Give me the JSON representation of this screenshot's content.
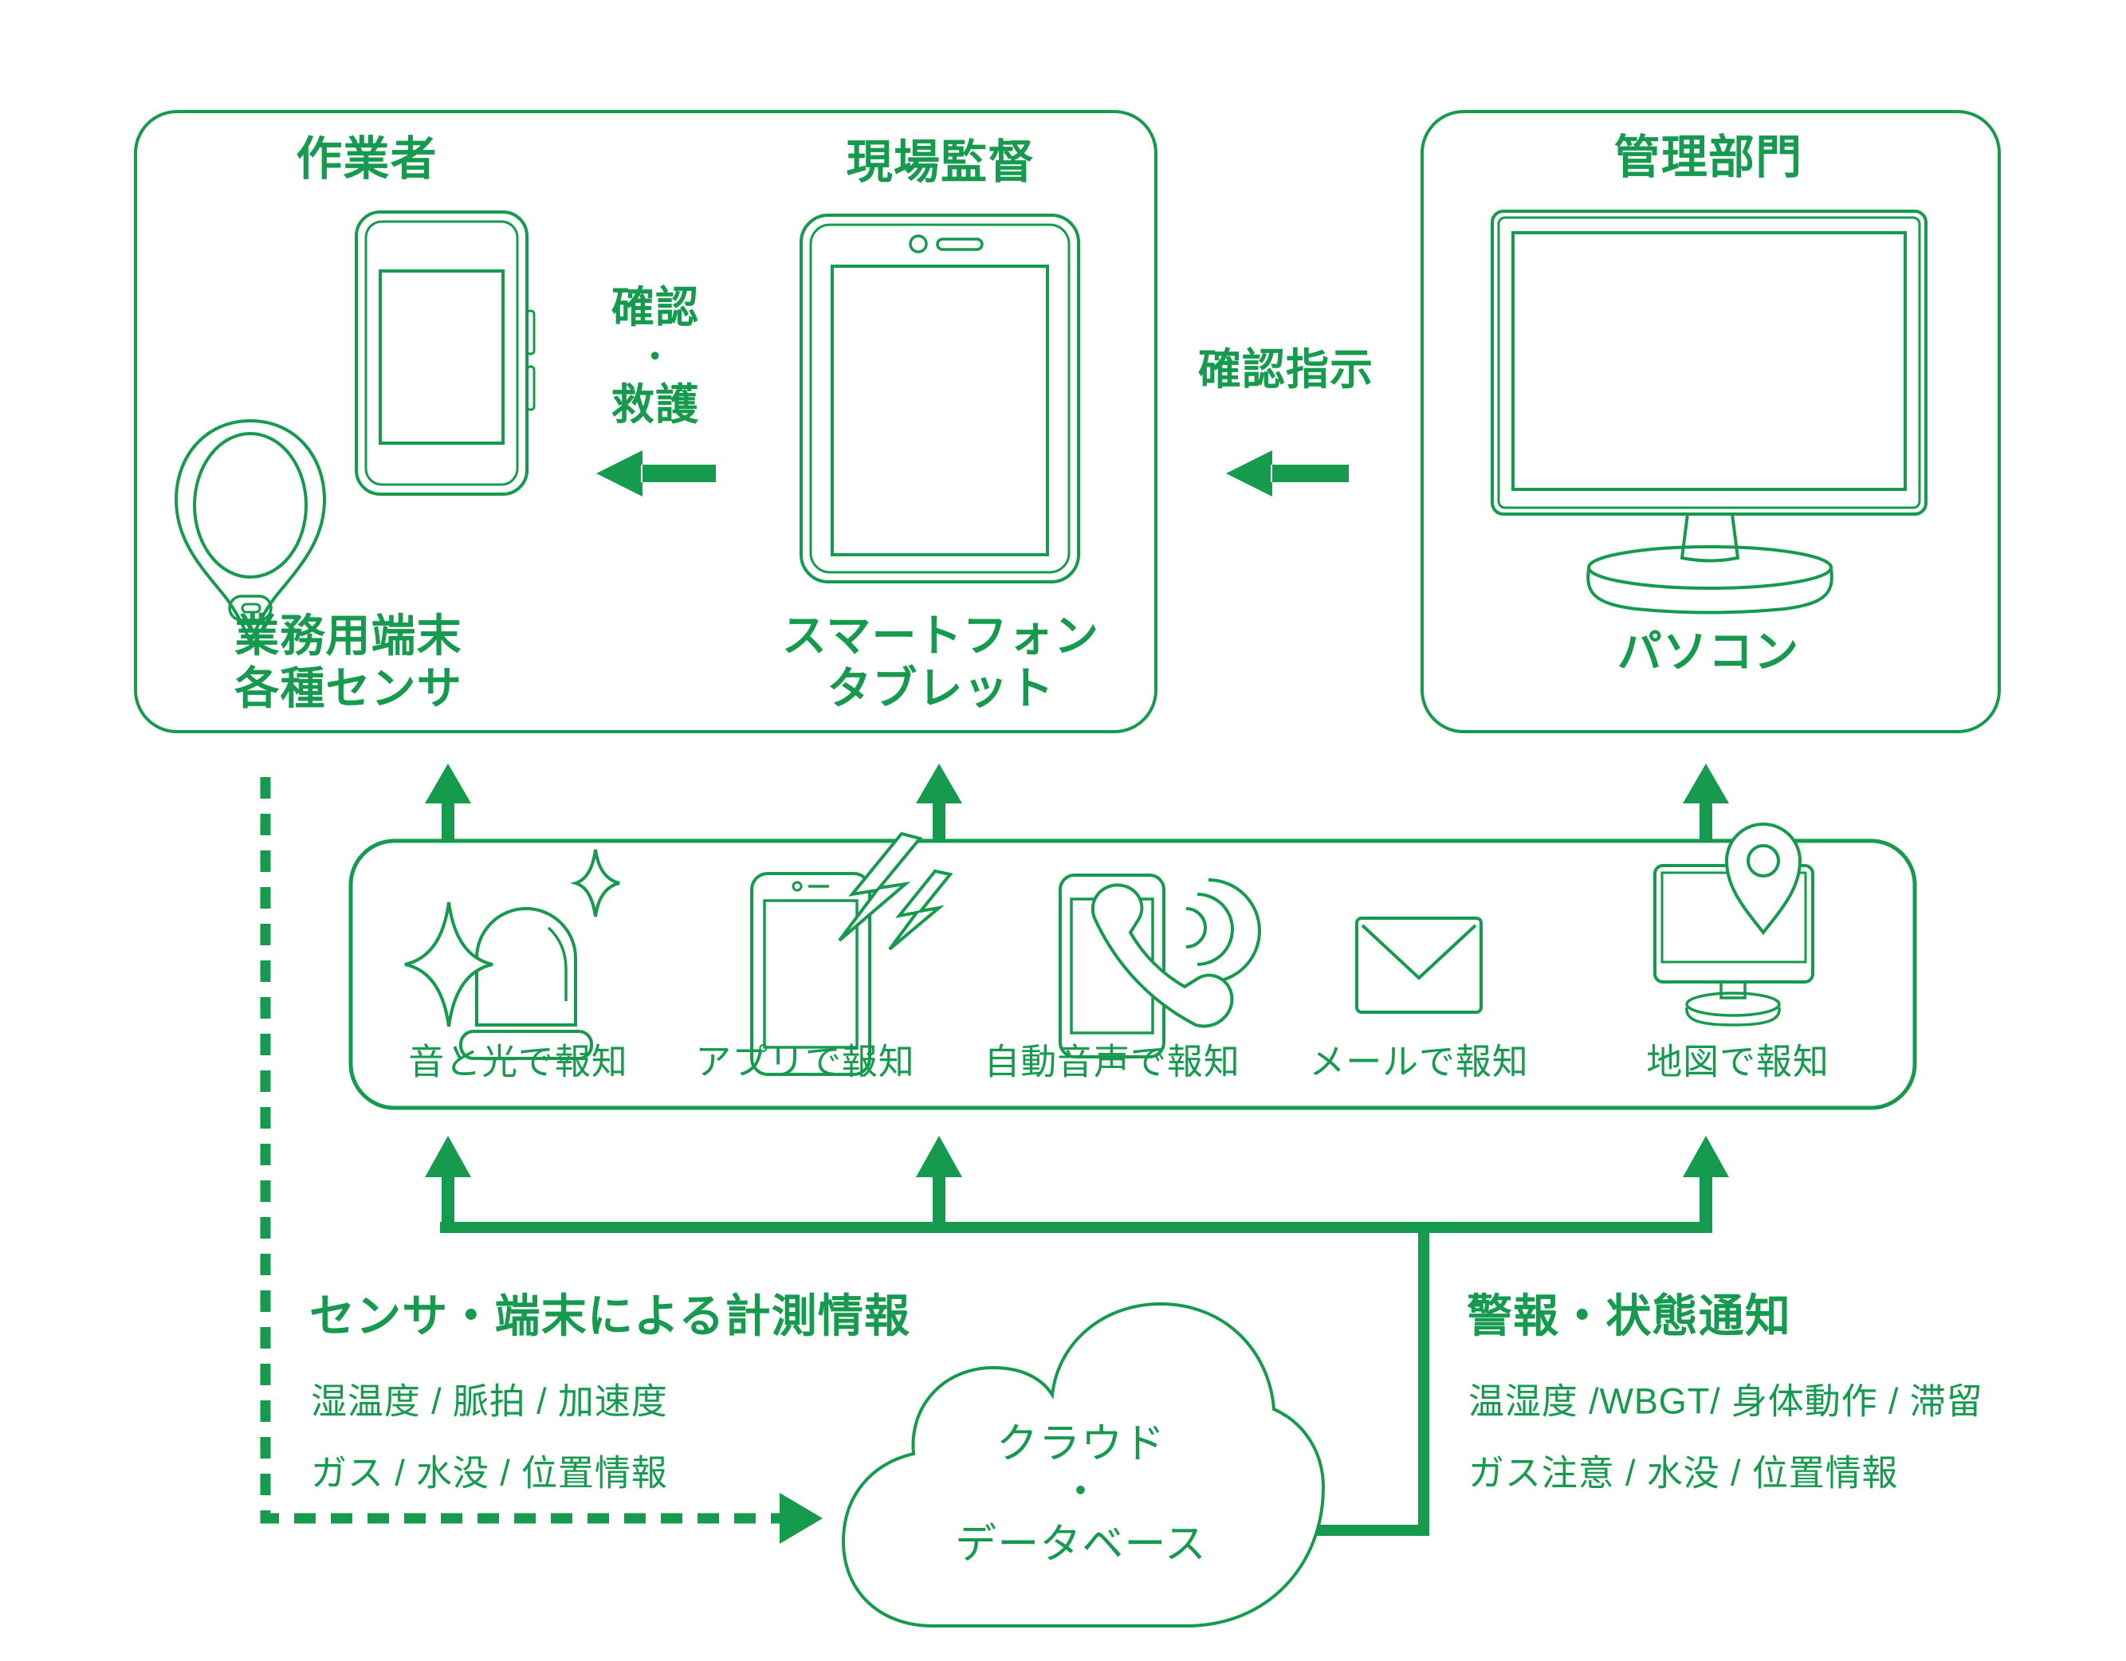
{
  "colors": {
    "accent_green": "#159a4e",
    "background": "#ffffff"
  },
  "worker_section": {
    "title": "作業者",
    "icons": [
      "smartphone-icon",
      "sensor-pendant-icon"
    ],
    "device_label_line1": "業務用端末",
    "device_label_line2": "各種センサ"
  },
  "supervisor_section": {
    "title": "現場監督",
    "icons": [
      "tablet-icon"
    ],
    "device_label_line1": "スマートフォン",
    "device_label_line2": "タブレット"
  },
  "admin_section": {
    "title": "管理部門",
    "icons": [
      "desktop-monitor-icon"
    ],
    "device_label": "パソコン"
  },
  "flows": {
    "confirm_rescue": {
      "line1": "確認",
      "line2": "・",
      "line3": "救護"
    },
    "confirm_instruction": {
      "label": "確認指示"
    }
  },
  "notification_band": {
    "items": [
      {
        "icon": "siren-sparkle-icon",
        "label": "音と光で報知"
      },
      {
        "icon": "tablet-alert-icon",
        "label": "アプリで報知"
      },
      {
        "icon": "phone-voice-call-icon",
        "label": "自動音声で報知"
      },
      {
        "icon": "mail-envelope-icon",
        "label": "メールで報知"
      },
      {
        "icon": "map-pin-monitor-icon",
        "label": "地図で報知"
      }
    ]
  },
  "measurement_info": {
    "heading": "センサ・端末による計測情報",
    "line1": "湿温度 / 脈拍 / 加速度",
    "line2": "ガス / 水没 / 位置情報"
  },
  "alert_notification": {
    "heading": "警報・状態通知",
    "line1": "温湿度 /WBGT/ 身体動作 / 滞留",
    "line2": "ガス注意 / 水没 / 位置情報"
  },
  "cloud": {
    "line1": "クラウド",
    "line2": "・",
    "line3": "データベース"
  }
}
